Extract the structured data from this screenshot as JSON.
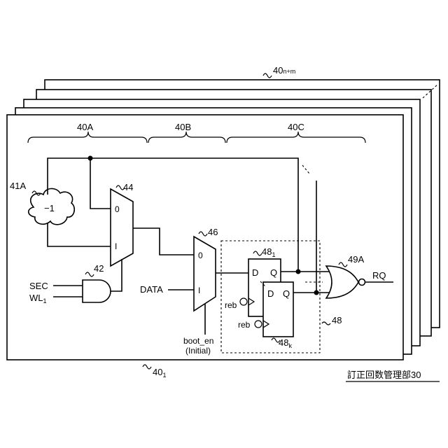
{
  "labels": {
    "layer_top": "40",
    "layer_top_sub": "n+m",
    "layer_main": "40",
    "layer_main_sub": "1",
    "region_a": "40A",
    "region_b": "40B",
    "region_c": "40C",
    "cloud_ref": "41A",
    "cloud_text": "−1",
    "mux1_ref": "44",
    "mux1_in0": "0",
    "mux1_in1": "I",
    "and_ref": "42",
    "sec": "SEC",
    "wl": "WL",
    "wl_sub": "1",
    "mux2_ref": "46",
    "mux2_in0": "0",
    "mux2_in1": "I",
    "data": "DATA",
    "boot_en": "boot_en",
    "initial": "(Initial)",
    "ff1_ref": "48",
    "ff1_sub": "1",
    "ffk_ref": "48",
    "ffk_sub": "k",
    "ff_d": "D",
    "ff_q": "Q",
    "reb": "reb",
    "group_ref": "48",
    "or_ref": "49A",
    "rq": "RQ",
    "caption": "訂正回数管理部30"
  }
}
